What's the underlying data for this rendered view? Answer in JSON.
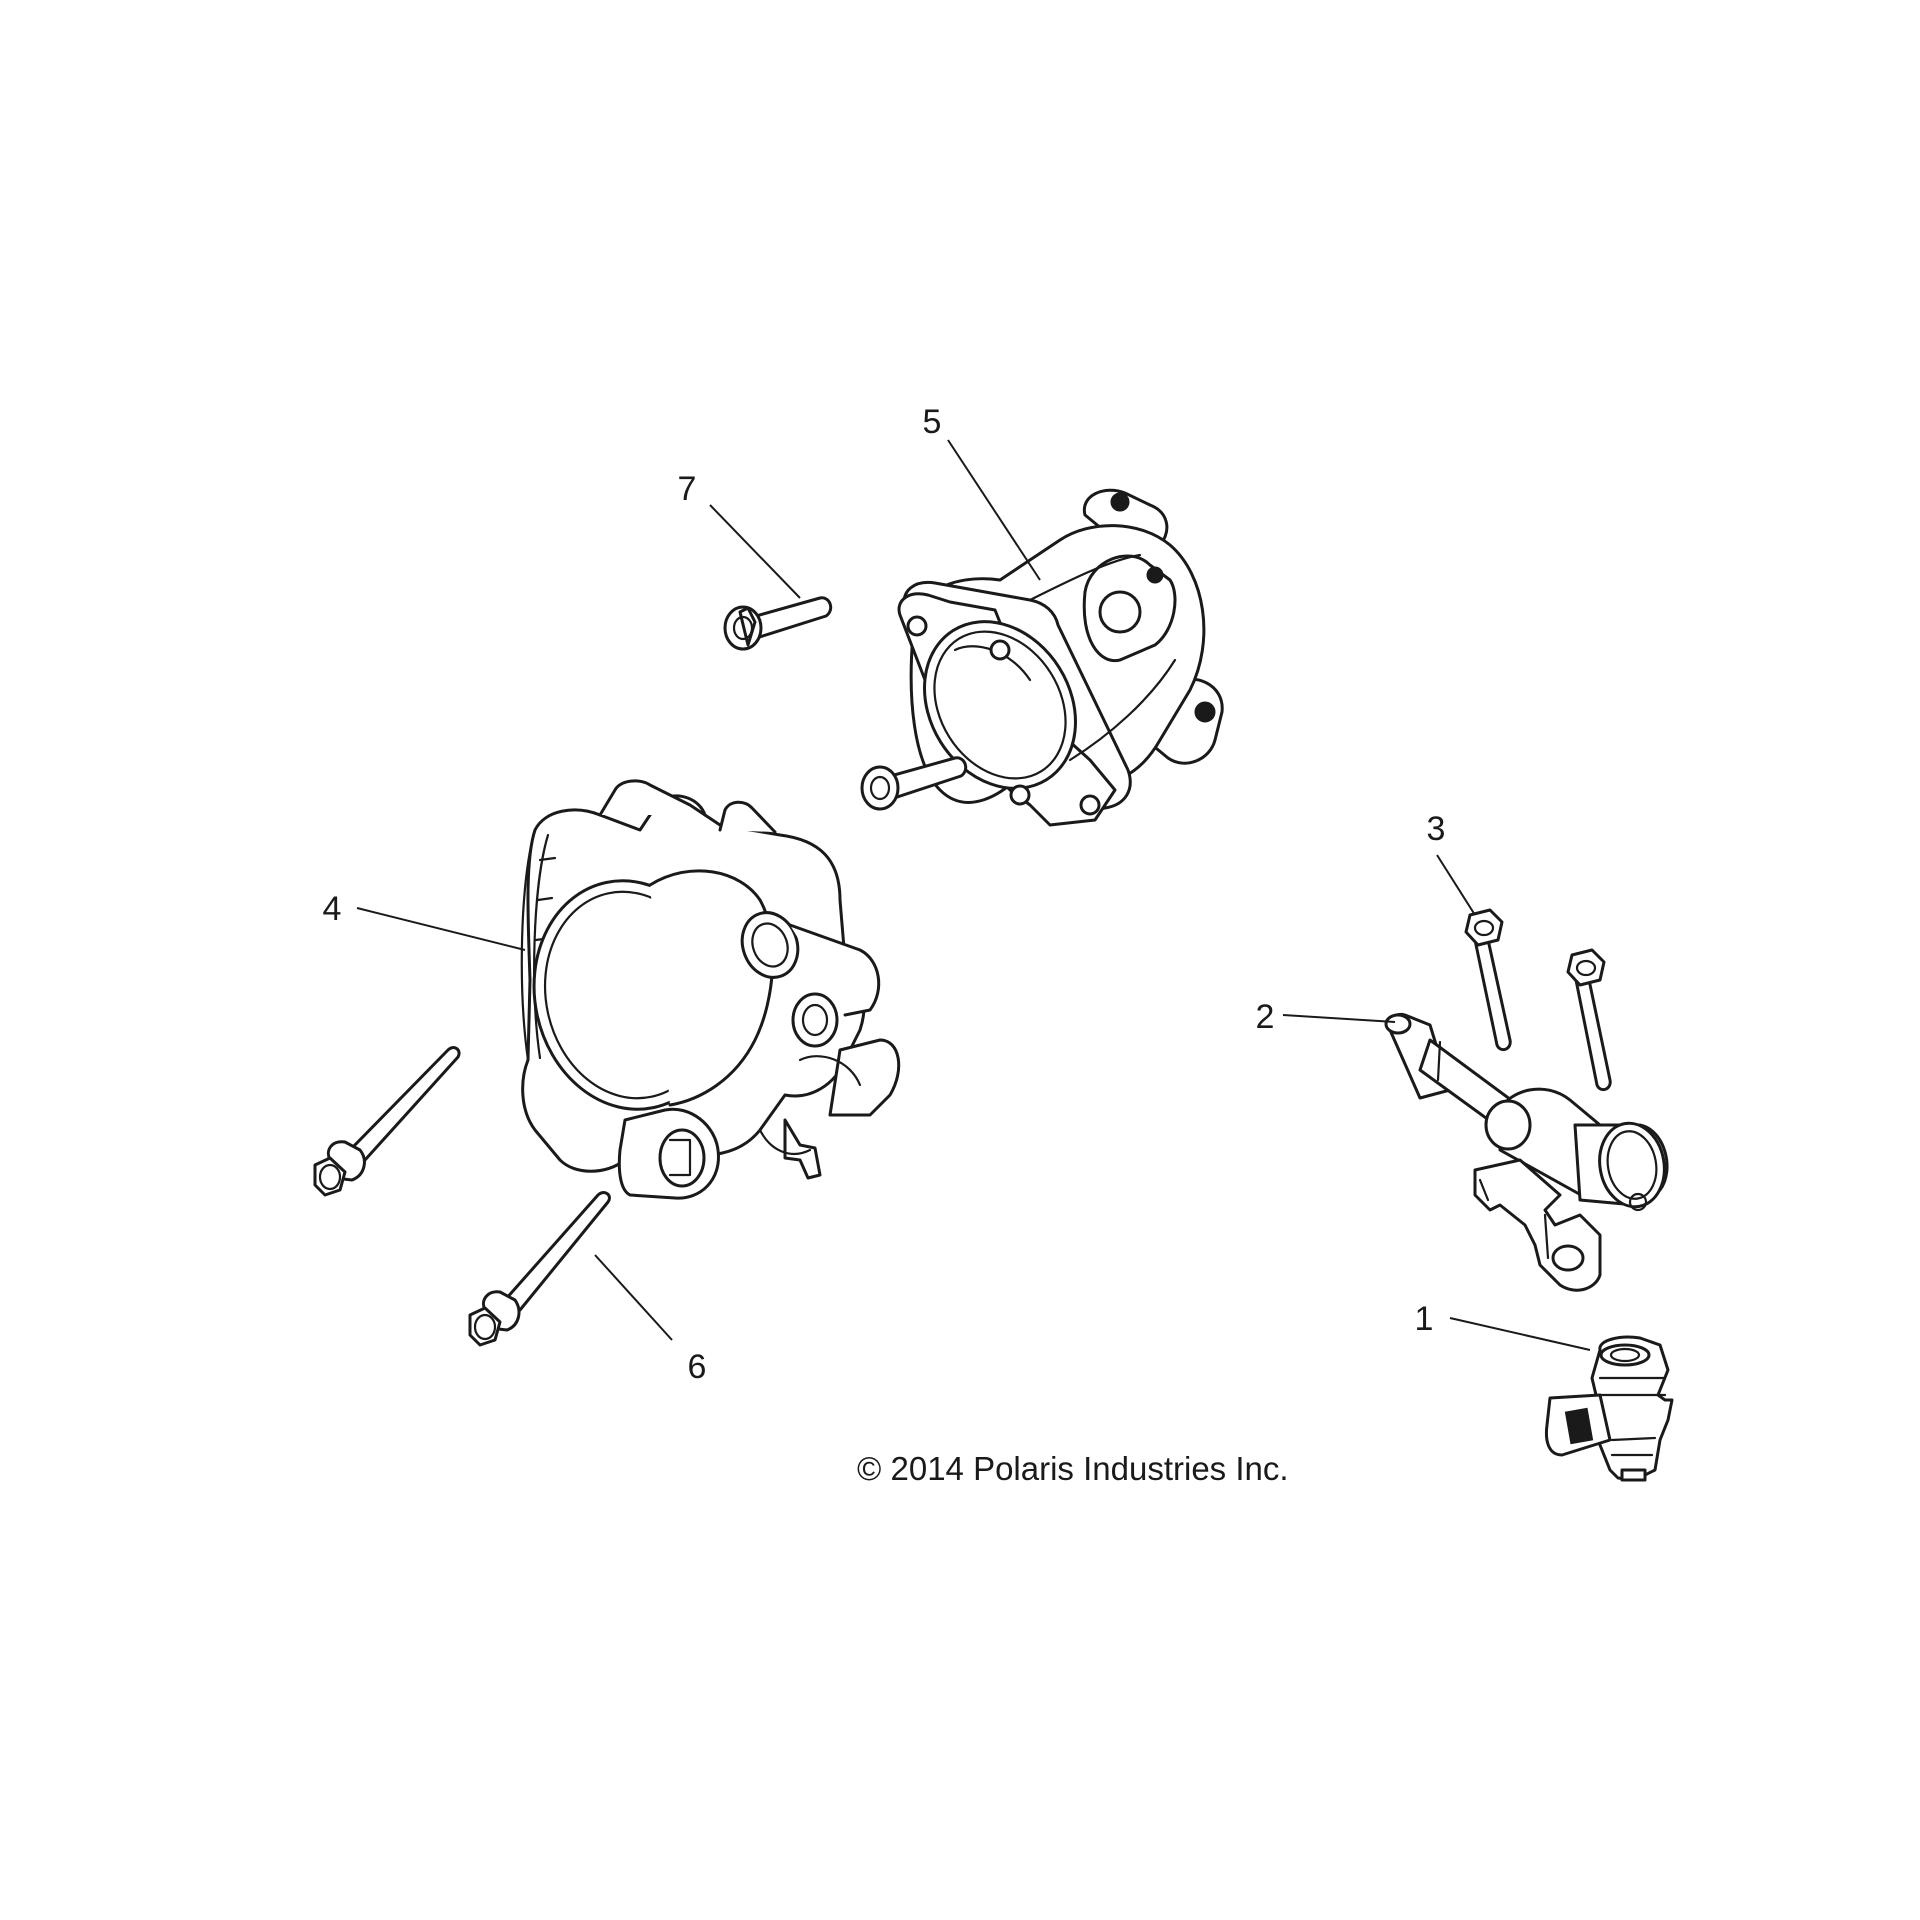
{
  "diagram": {
    "callouts": [
      "1",
      "2",
      "3",
      "4",
      "5",
      "6",
      "7"
    ],
    "copyright": "© 2014 Polaris Industries Inc."
  }
}
